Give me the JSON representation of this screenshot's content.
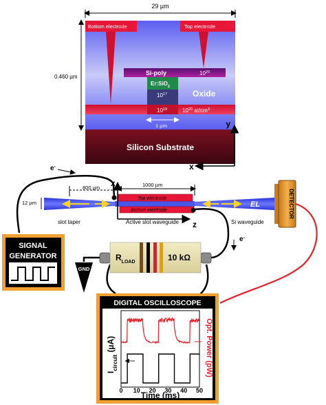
{
  "cross_section": {
    "width_label": "29 µm",
    "height_label": "0.460 µm",
    "bottom_electrode": "Bottom electrode",
    "top_electrode": "Top electrode",
    "si_poly": "Si-poly",
    "si_poly_doping": "10",
    "si_poly_doping_exp": "20",
    "er_line1": "Er:SiO",
    "er_line1_sub": "2",
    "er_doping": "10",
    "er_doping_exp": "17",
    "oxide": "Oxide",
    "bottom_doping": "10",
    "bottom_doping_exp": "19",
    "right_doping": "10",
    "right_doping_exp": "20",
    "right_doping_unit": " at/cm",
    "right_doping_unit_exp": "3",
    "gap_label": "1 µm",
    "substrate": "Silicon Substrate",
    "axis_y": "y",
    "axis_x": "x"
  },
  "device": {
    "electron_top": "e",
    "electron_top_sup": "-",
    "taper_length": "800 µm",
    "slot_length": "1000 µm",
    "height": "12 µm",
    "top_electrode": "Top electrode",
    "bottom_electrode": "Bottom electrode",
    "el_label": "EL",
    "slot_taper": "slot taper",
    "active_slot": "Active slot waveguide",
    "si_waveguide": "Si waveguide",
    "axis_x": "x",
    "axis_z": "z",
    "electron_right": "e",
    "electron_right_sup": "-",
    "detector": "DETECTOR"
  },
  "signal_generator": {
    "line1": "SIGNAL",
    "line2": "GENERATOR"
  },
  "load": {
    "r_label": "R",
    "r_sub": "LOAD",
    "value": "10 kΩ",
    "gnd": "GND"
  },
  "oscilloscope": {
    "title": "DIGITAL OSCILLOSCOPE",
    "ylabel_left_main": "I",
    "ylabel_left_sub": "circuit",
    "ylabel_left_unit": " (µA)",
    "ylabel_right": "Opt. Power (pW)",
    "xlabel": "Time (ms)",
    "xticks": [
      "0",
      "10",
      "20",
      "30",
      "40",
      "50"
    ]
  },
  "colors": {
    "electrode_red": "#e8173a",
    "oxide_blue": "#7b7ef0",
    "waveguide_blue": "#4a56e8",
    "substrate": "#5a0a14",
    "poly_purple": "#6a1b7a",
    "er_green": "#1f8a4a",
    "generator_border": "#f0a030",
    "wire_red": "#e3222b",
    "arrow_yellow": "#f5d327"
  },
  "icons": {
    "signal_wave": "square-wave-icon",
    "ground": "ground-triangle-icon",
    "detector": "detector-icon"
  }
}
